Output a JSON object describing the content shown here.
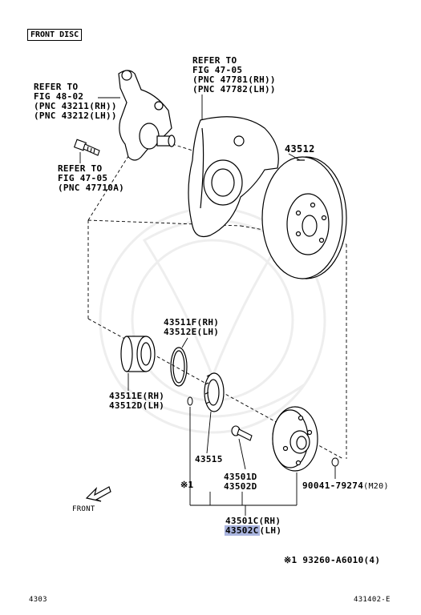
{
  "section_label": "FRONT DISC",
  "refer_knuckle": [
    "REFER TO",
    "FIG 48-02",
    "(PNC 43211(RH))",
    "(PNC 43212(LH))"
  ],
  "refer_bolt": [
    "REFER TO",
    "FIG 47-05",
    "(PNC 47710A)"
  ],
  "refer_cover": [
    "REFER TO",
    "FIG 47-05",
    "(PNC 47781(RH))",
    "(PNC 47782(LH))"
  ],
  "rotor": "43512",
  "snap_ring": [
    "43511F(RH)",
    "43512E(LH)"
  ],
  "bearing": [
    "43511E(RH)",
    "43512D(LH)"
  ],
  "sensor_rotor": "43515",
  "hub_bolt": [
    "43501D",
    "43502D"
  ],
  "nut": "90041-79274",
  "nut_size": "(M20)",
  "note_mark": "※1",
  "hub_assy_rh": "43501C",
  "hub_assy_rh_suffix": "(RH)",
  "hub_assy_lh": "43502C",
  "hub_assy_lh_suffix": "(LH)",
  "note_line": "※1 93260-A6010(4)",
  "front_label": "FRONT",
  "page_left": "4303",
  "page_right": "431402-E",
  "highlight_color": "#a9b4de"
}
